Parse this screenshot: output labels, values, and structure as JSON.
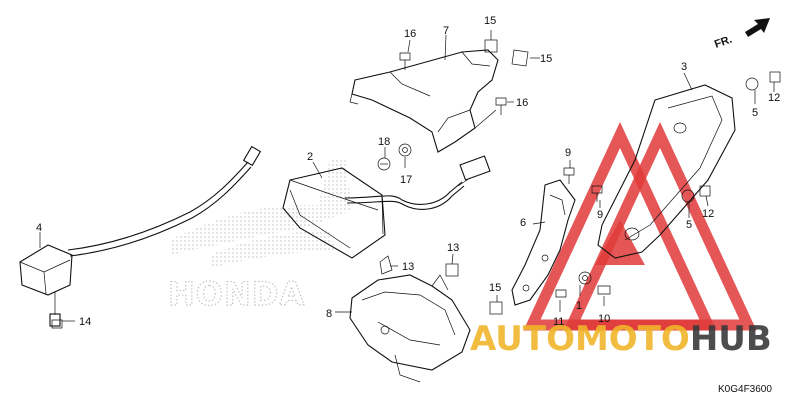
{
  "direction_label": "FR.",
  "diagram_code": "K0G4F3600",
  "watermark": {
    "part1": "AUTOMOTO",
    "part2": "HUB",
    "color1": "#f0b52a",
    "color2": "#3a3a3a",
    "triangle_color": "#e03a3a"
  },
  "background_logo": "HONDA",
  "callouts": {
    "c1": "1",
    "c2": "2",
    "c3": "3",
    "c4": "4",
    "c5a": "5",
    "c5b": "5",
    "c6": "6",
    "c7": "7",
    "c8": "8",
    "c9a": "9",
    "c9b": "9",
    "c10": "10",
    "c11": "11",
    "c12a": "12",
    "c12b": "12",
    "c13a": "13",
    "c13b": "13",
    "c14": "14",
    "c15a": "15",
    "c15b": "15",
    "c15c": "15",
    "c16a": "16",
    "c16b": "16",
    "c17": "17",
    "c18": "18"
  }
}
